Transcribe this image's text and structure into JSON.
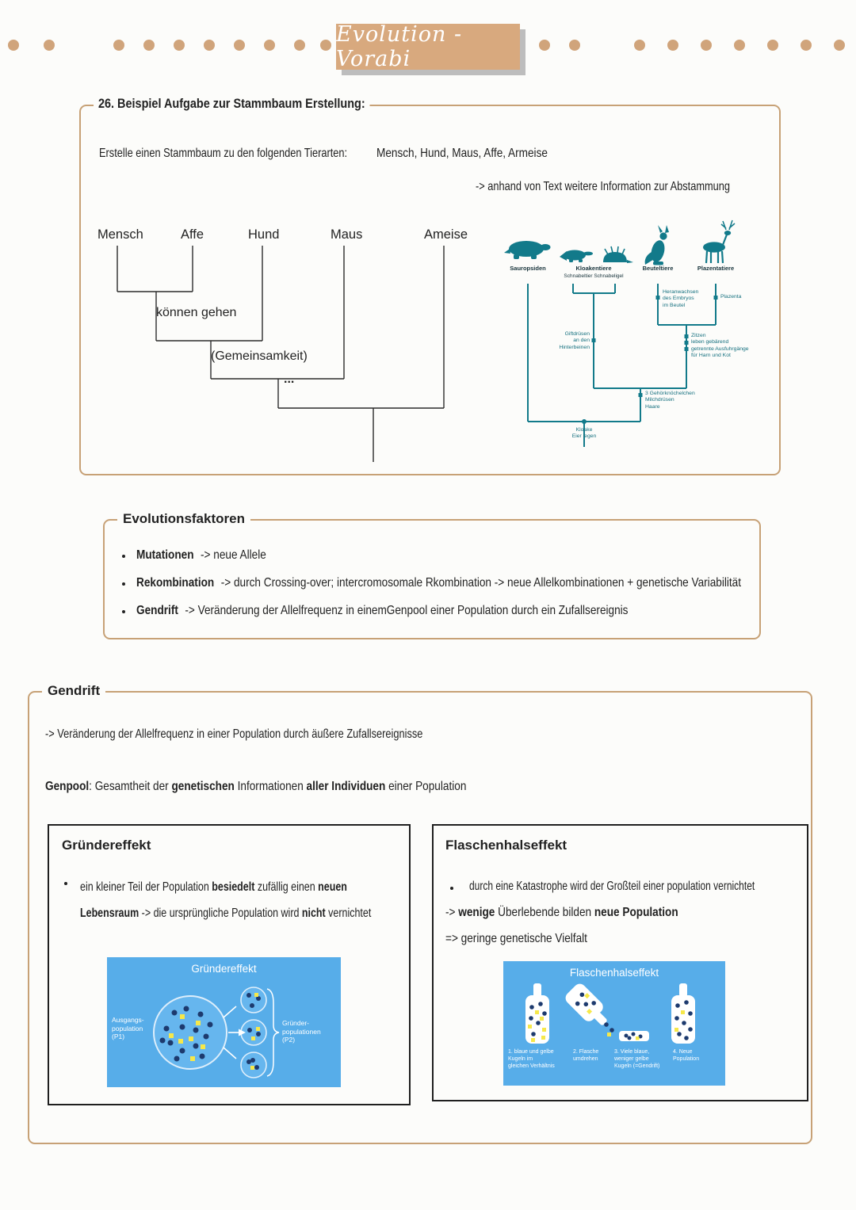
{
  "header": {
    "title": "Evolution - Vorabi"
  },
  "theme": {
    "tan": "#c7a176",
    "teal": "#127a8a",
    "blue": "#57ade9",
    "navy": "#1d3a6e",
    "yellow": "#f6e84a"
  },
  "stammbaum": {
    "label": "26. Beispiel Aufgabe zur Stammbaum Erstellung:",
    "prompt": "Erstelle einen Stammbaum zu den folgenden Tierarten:",
    "species": "Mensch, Hund, Maus, Affe, Armeise",
    "hint": "-> anhand von Text weitere Information zur Abstammung",
    "tree": {
      "taxa": [
        "Mensch",
        "Affe",
        "Hund",
        "Maus",
        "Ameise"
      ],
      "note_gehen": "können gehen",
      "note_gemeinsamkeit": "(Gemeinsamkeit)",
      "note_dots": "..."
    },
    "cladogram": {
      "groups": {
        "sauropsiden": "Sauropsiden",
        "kloakentiere": "Kloakentiere",
        "kloakentiere_sub": "Schnabeltier Schnabeligel",
        "beuteltiere": "Beuteltiere",
        "plazentatiere": "Plazentatiere"
      },
      "traits": {
        "beutel": "Heranwachsen\ndes Embryos\nim Beutel",
        "plazenta": "Plazenta",
        "giftdruesen": "Giftdrüsen\nan den\nHinterbeinen",
        "zitzen": "Zitzen\nleben gebärend\ngetrennte Ausfuhrgänge\nfür Harn und Kot",
        "gehoerknoechelchen": "3 Gehörknöchelchen\nMilchdrüsen\nHaare",
        "kloake": "Kloake\nEier legen"
      }
    }
  },
  "evolutionsfaktoren": {
    "label": "Evolutionsfaktoren",
    "items": [
      {
        "term": "Mutationen",
        "rest": "-> neue Allele"
      },
      {
        "term": "Rekombination",
        "rest": "-> durch Crossing-over; intercromosomale Rkombination -> neue Allelkombinationen + genetische Variabilität"
      },
      {
        "term": "Gendrift",
        "rest": "-> Veränderung der Allelfrequenz in einemGenpool einer Population durch ein Zufallsereignis"
      }
    ]
  },
  "gendrift": {
    "label": "Gendrift",
    "definition": "-> Veränderung der Allelfrequenz in einer Population durch äußere Zufallsereignisse",
    "genpool": {
      "b1": "Genpool",
      "t1": ": Gesamtheit der ",
      "b2": "genetischen",
      "t2": " Informationen ",
      "b3": "aller Individuen",
      "t3": " einer Population"
    },
    "gruendereffekt": {
      "heading": "Gründereffekt",
      "t1": "ein kleiner Teil der Population ",
      "b1": "besiedelt",
      "t2": " zufällig einen ",
      "b2": "neuen",
      "b3": "Lebensraum",
      "t3": " -> die ursprüngliche Population wird ",
      "b4": "nicht",
      "t4": " vernichtet",
      "diagram": {
        "title": "Gründereffekt",
        "left_label": "Ausgangs-\npopulation\n(P1)",
        "right_label": "Gründer-\npopulationen\n(P2)"
      }
    },
    "flaschenhals": {
      "heading": "Flaschenhalseffekt",
      "bullet": "durch eine Katastrophe wird der Großteil einer population vernichtet",
      "l2t1": "-> ",
      "l2b1": "wenige",
      "l2t2": " Überlebende bilden ",
      "l2b2": "neue Population",
      "line3": "=> geringe genetische Vielfalt",
      "diagram": {
        "title": "Flaschenhalseffekt",
        "cap1": "1. blaue und gelbe\nKugeln im\ngleichen Verhältnis",
        "cap2": "2. Flasche\numdrehen",
        "cap3": "3. Viele blaue,\nweniger gelbe\nKugeln (=Gendrift)",
        "cap4": "4. Neue\nPopulation"
      }
    }
  }
}
